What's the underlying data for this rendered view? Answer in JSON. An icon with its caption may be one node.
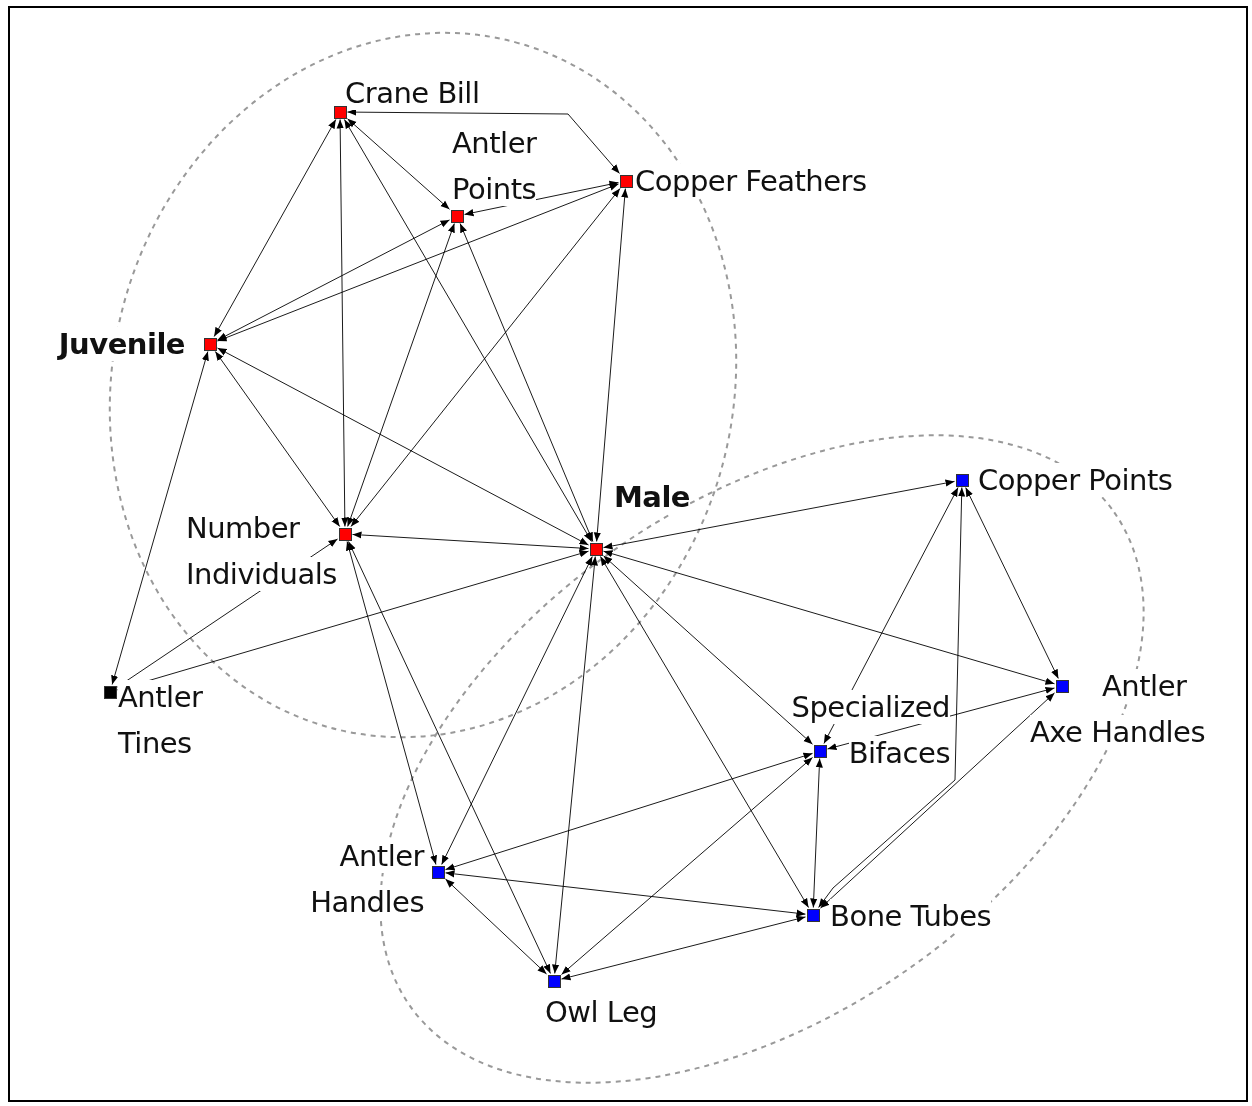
{
  "diagram": {
    "nodes": [
      {
        "text": [
          "Crane Bill"
        ]
      },
      {
        "text": [
          "Antler Points"
        ]
      },
      {
        "text": [
          "Copper Feathers"
        ]
      },
      {
        "text": [
          "Juvenile"
        ]
      },
      {
        "text": [
          "Number Individuals"
        ]
      },
      {
        "text": [
          "Male"
        ]
      },
      {
        "text": [
          "Antler Tines"
        ]
      },
      {
        "text": [
          "Copper Points"
        ]
      },
      {
        "text": [
          "Antler Axe Handles"
        ]
      },
      {
        "text": [
          "Specialized Bifaces"
        ]
      },
      {
        "text": [
          "Antler Handles"
        ]
      },
      {
        "text": [
          "Bone Tubes"
        ]
      },
      {
        "text": [
          "Owl Leg"
        ]
      }
    ],
    "edges": [
      {
        "from": 0,
        "to": 1,
        "arrow": "both"
      },
      {
        "from": 0,
        "to": 2,
        "arrow": "both"
      },
      {
        "from": 0,
        "to": 3,
        "arrow": "both"
      },
      {
        "from": 0,
        "to": 4,
        "arrow": "both"
      },
      {
        "from": 0,
        "to": 5,
        "arrow": "both"
      },
      {
        "from": 1,
        "to": 2,
        "arrow": "both"
      },
      {
        "from": 1,
        "to": 3,
        "arrow": "both"
      },
      {
        "from": 1,
        "to": 4,
        "arrow": "both"
      },
      {
        "from": 1,
        "to": 5,
        "arrow": "both"
      },
      {
        "from": 2,
        "to": 3,
        "arrow": "both"
      },
      {
        "from": 2,
        "to": 4,
        "arrow": "both"
      },
      {
        "from": 2,
        "to": 5,
        "arrow": "both"
      },
      {
        "from": 3,
        "to": 4,
        "arrow": "both"
      },
      {
        "from": 3,
        "to": 5,
        "arrow": "both"
      },
      {
        "from": 3,
        "to": 6,
        "arrow": "both"
      },
      {
        "from": 4,
        "to": 5,
        "arrow": "both"
      },
      {
        "from": 6,
        "to": 4,
        "arrow": "to"
      },
      {
        "from": 6,
        "to": 5,
        "arrow": "to"
      },
      {
        "from": 4,
        "to": 10,
        "arrow": "both"
      },
      {
        "from": 4,
        "to": 12,
        "arrow": "both"
      },
      {
        "from": 5,
        "to": 7,
        "arrow": "both"
      },
      {
        "from": 5,
        "to": 8,
        "arrow": "both"
      },
      {
        "from": 5,
        "to": 9,
        "arrow": "both"
      },
      {
        "from": 5,
        "to": 11,
        "arrow": "both"
      },
      {
        "from": 5,
        "to": 12,
        "arrow": "both"
      },
      {
        "from": 5,
        "to": 10,
        "arrow": "both"
      },
      {
        "from": 7,
        "to": 9,
        "arrow": "both"
      },
      {
        "from": 7,
        "to": 11,
        "arrow": "both"
      },
      {
        "from": 7,
        "to": 8,
        "arrow": "both"
      },
      {
        "from": 9,
        "to": 8,
        "arrow": "both"
      },
      {
        "from": 8,
        "to": 11,
        "arrow": "both"
      },
      {
        "from": 9,
        "to": 10,
        "arrow": "both"
      },
      {
        "from": 9,
        "to": 12,
        "arrow": "both"
      },
      {
        "from": 9,
        "to": 11,
        "arrow": "both"
      },
      {
        "from": 10,
        "to": 11,
        "arrow": "both"
      },
      {
        "from": 10,
        "to": 12,
        "arrow": "both"
      },
      {
        "from": 11,
        "to": 12,
        "arrow": "both"
      }
    ]
  }
}
